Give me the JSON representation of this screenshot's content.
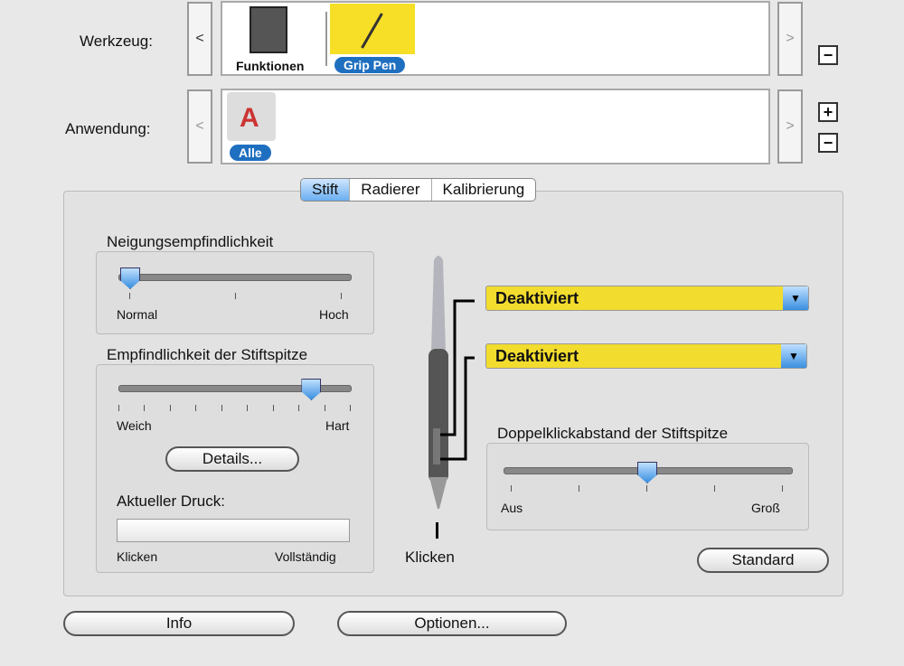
{
  "tool": {
    "label": "Werkzeug:",
    "items": [
      "Funktionen",
      "Grip Pen"
    ]
  },
  "app": {
    "label": "Anwendung:",
    "items": [
      "Alle"
    ]
  },
  "nav": {
    "prev": "<",
    "next": ">",
    "minus": "−",
    "plus": "+"
  },
  "tabs": [
    "Stift",
    "Radierer",
    "Kalibrierung"
  ],
  "tilt": {
    "title": "Neigungsempfindlichkeit",
    "min": "Normal",
    "max": "Hoch",
    "value": 0
  },
  "tip": {
    "title": "Empfindlichkeit der Stiftspitze",
    "min": "Weich",
    "max": "Hart",
    "value": 0.83,
    "details": "Details...",
    "pressure_label": "Aktueller Druck:",
    "p_min": "Klicken",
    "p_max": "Vollständig",
    "pressure": 0
  },
  "buttons_pen": [
    "Deaktiviert",
    "Deaktiviert"
  ],
  "tip_click": "Klicken",
  "dbl": {
    "title": "Doppelklickabstand der Stiftspitze",
    "min": "Aus",
    "max": "Groß",
    "value": 0.5
  },
  "standard": "Standard",
  "info": "Info",
  "options": "Optionen..."
}
